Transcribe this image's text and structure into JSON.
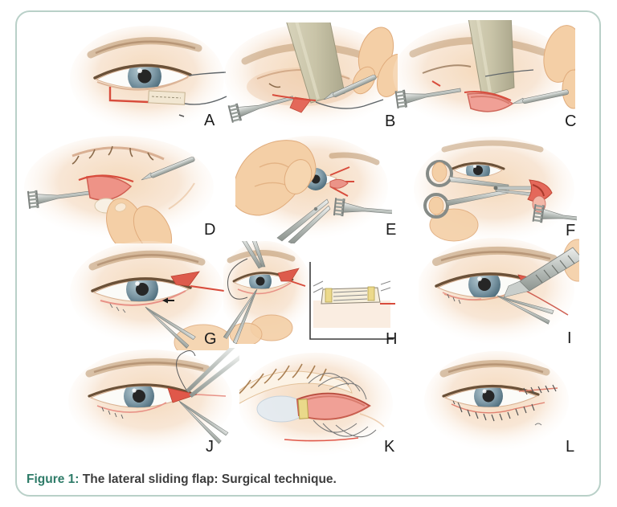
{
  "figure": {
    "caption_label": "Figure 1:",
    "caption_text": "The lateral sliding flap: Surgical technique."
  },
  "panels": [
    {
      "label": "A"
    },
    {
      "label": "B"
    },
    {
      "label": "C"
    },
    {
      "label": "D"
    },
    {
      "label": "E"
    },
    {
      "label": "F"
    },
    {
      "label": "G"
    },
    {
      "label": "H"
    },
    {
      "label": "I"
    },
    {
      "label": "J"
    },
    {
      "label": "K"
    },
    {
      "label": "L"
    }
  ],
  "colors": {
    "frame_border": "#b9d0c8",
    "caption_accent": "#2e7b68",
    "caption_text": "#3d3d3d",
    "incision_red": "#d84c3c",
    "panel_label": "#1c1c1c"
  }
}
